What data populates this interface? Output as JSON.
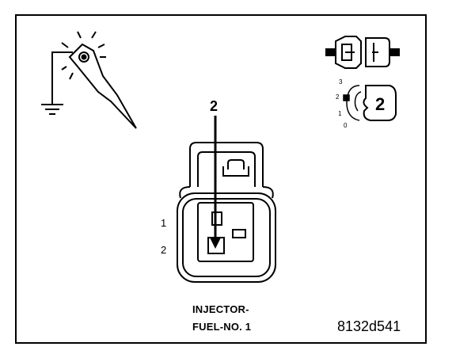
{
  "callout": "2",
  "pins": [
    "1",
    "2"
  ],
  "caption": {
    "line1": "INJECTOR-",
    "line2": "FUEL-NO. 1"
  },
  "figure_code": "8132d541",
  "probe_legend": {
    "scale": [
      "3",
      "2",
      "1",
      "0"
    ],
    "pin": "2"
  },
  "icons": [
    "test-probe-icon",
    "ground-icon",
    "connector-pair-icon",
    "probe-position-icon"
  ]
}
